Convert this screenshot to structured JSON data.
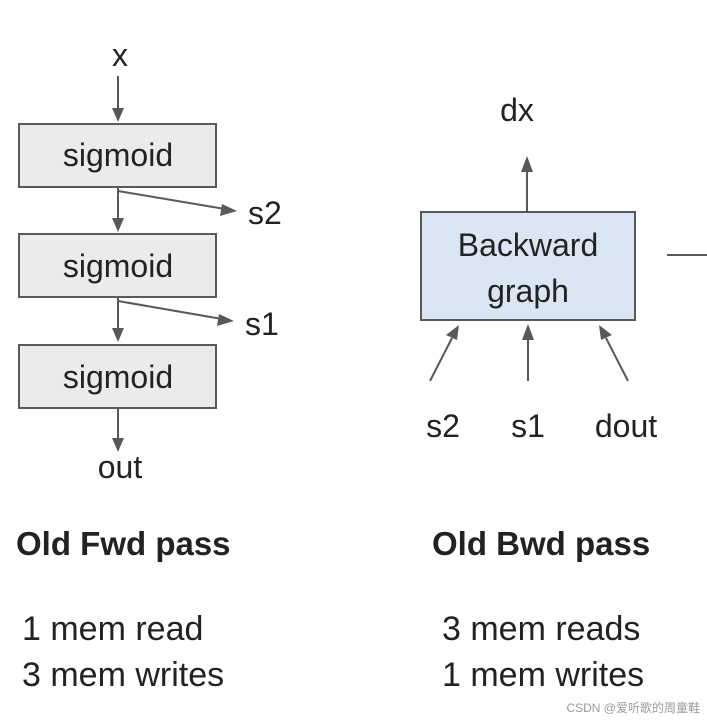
{
  "forward": {
    "input": "x",
    "nodes": [
      "sigmoid",
      "sigmoid",
      "sigmoid"
    ],
    "saved_1": "s2",
    "saved_2": "s1",
    "output": "out",
    "heading": "Old Fwd pass",
    "stats": [
      "1 mem read",
      "3 mem writes"
    ]
  },
  "backward": {
    "output": "dx",
    "node_line1": "Backward",
    "node_line2": "graph",
    "inputs": [
      "s2",
      "s1",
      "dout"
    ],
    "heading": "Old Bwd pass",
    "stats": [
      "3 mem reads",
      "1 mem writes"
    ]
  },
  "watermark": "CSDN @爱听歌的周童鞋"
}
